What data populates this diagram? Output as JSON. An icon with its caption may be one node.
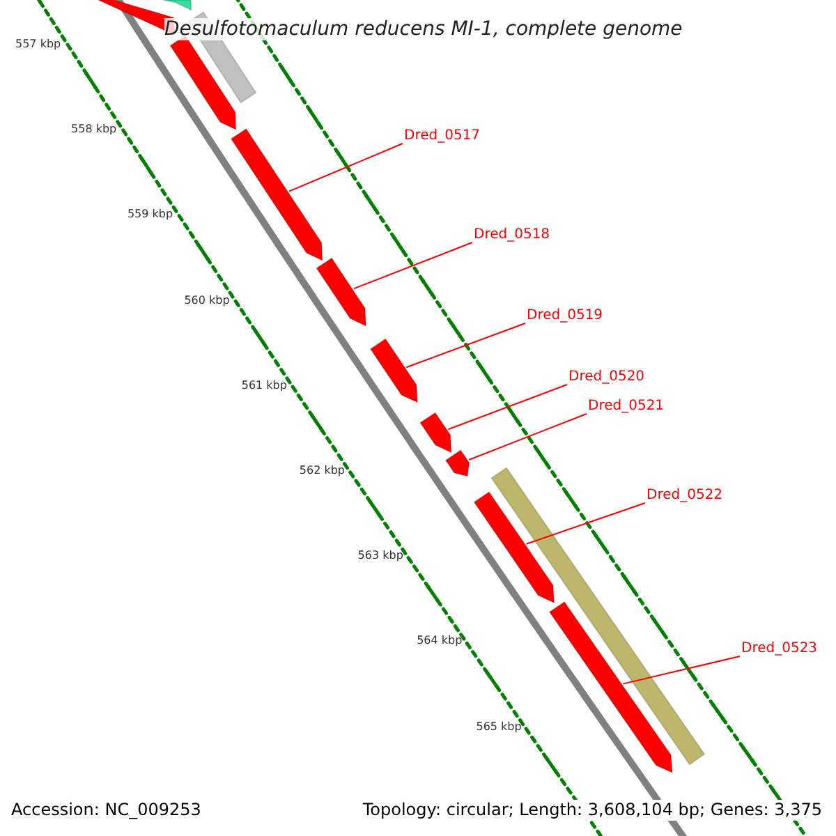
{
  "diagram": {
    "title": "Desulfotomaculum reducens MI-1, complete genome",
    "nodes": [
      {
        "text": [
          "Dred_0517"
        ]
      },
      {
        "text": [
          "Dred_0518"
        ]
      },
      {
        "text": [
          "Dred_0519"
        ]
      },
      {
        "text": [
          "Dred_0520"
        ]
      },
      {
        "text": [
          "Dred_0521"
        ]
      },
      {
        "text": [
          "Dred_0522"
        ]
      },
      {
        "text": [
          "Dred_0523"
        ]
      },
      {
        "text": [],
        "shape": "bar"
      },
      {
        "text": [],
        "shape": "bar"
      },
      {
        "text": [],
        "shape": "bar"
      },
      {
        "text": [],
        "shape": "bar"
      },
      {
        "text": [],
        "shape": "bar"
      },
      {
        "text": [],
        "shape": "bar"
      },
      {
        "text": [],
        "shape": "bar"
      },
      {
        "text": [],
        "shape": "bar"
      },
      {
        "text": [],
        "shape": "bar"
      },
      {
        "text": [],
        "shape": "bar"
      },
      {
        "text": [],
        "shape": "bar"
      },
      {
        "text": [],
        "shape": "bar"
      }
    ],
    "edges": [
      {
        "from": 0,
        "to": 11,
        "arrow": "none"
      },
      {
        "from": 1,
        "to": 12,
        "arrow": "none"
      },
      {
        "from": 2,
        "to": 13,
        "arrow": "none"
      },
      {
        "from": 3,
        "to": 14,
        "arrow": "none"
      },
      {
        "from": 4,
        "to": 15,
        "arrow": "none"
      },
      {
        "from": 5,
        "to": 17,
        "arrow": "none"
      },
      {
        "from": 6,
        "to": 18,
        "arrow": "none"
      }
    ],
    "labels": [
      "557 kbp",
      "558 kbp",
      "559 kbp",
      "560 kbp",
      "561 kbp",
      "562 kbp",
      "563 kbp",
      "564 kbp",
      "565 kbp",
      "Accession: NC_009253",
      "Topology: circular; Length: 3,608,104 bp; Genes: 3,375"
    ]
  }
}
